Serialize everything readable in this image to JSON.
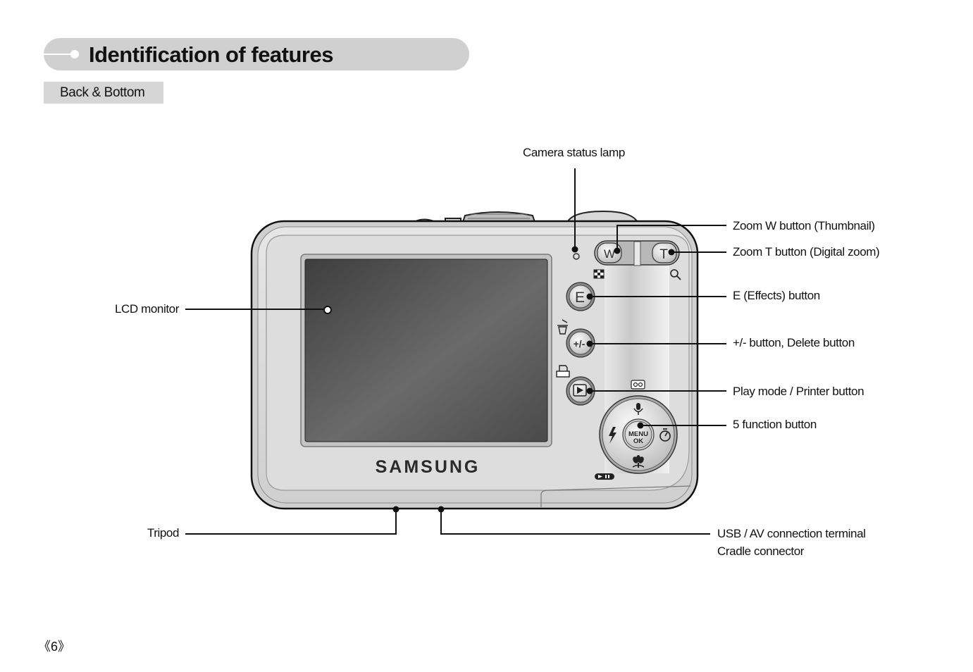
{
  "header": {
    "title": "Identification of features",
    "subtitle": "Back & Bottom"
  },
  "camera": {
    "brand": "SAMSUNG",
    "buttons": {
      "zoom_w": "W",
      "zoom_t": "T",
      "effects": "E",
      "plus_minus": "+/-",
      "menu": "MENU",
      "ok": "OK"
    }
  },
  "callouts": {
    "status_lamp": "Camera status lamp",
    "lcd_monitor": "LCD monitor",
    "zoom_w": "Zoom W button (Thumbnail)",
    "zoom_t": "Zoom T button (Digital zoom)",
    "effects": "E (Effects) button",
    "plus_minus": "+/- button, Delete button",
    "play_mode": "Play mode / Printer button",
    "five_function": "5 function button",
    "tripod": "Tripod",
    "usb_av": "USB / AV connection terminal",
    "cradle": "Cradle connector"
  },
  "footer": {
    "page_number": "《6》"
  },
  "colors": {
    "title_bar": "#d0d0d0",
    "camera_body": "#d9d9d9",
    "lcd": "#555555"
  }
}
